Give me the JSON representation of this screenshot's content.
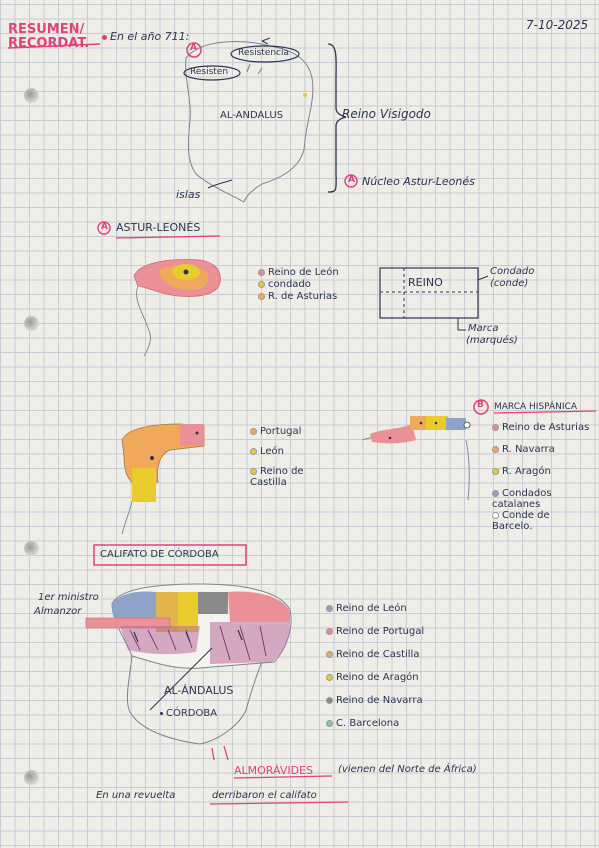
{
  "header": {
    "title_line1": "RESUMEN/",
    "title_line2": "RECORDAT.",
    "date": "7-10-2025",
    "intro": "En el año 711:"
  },
  "map1": {
    "badge": "A",
    "resistencia_top": "Resistencia",
    "resistencia_left": "Resisten",
    "territory": "AL-ANDALUS",
    "islands": "islas",
    "reino_visigodo": "Reino Visigodo",
    "nucleo_badge": "A",
    "nucleo": "Núcleo Astur-Leonés"
  },
  "section_astur": {
    "badge": "A",
    "title": "ASTUR-LEONÉS",
    "legend": [
      {
        "label": "Reino de León",
        "color": "#e98a8f"
      },
      {
        "label": "condado",
        "color": "#e8cc2e"
      },
      {
        "label": "R. de Asturias",
        "color": "#f0a95a"
      }
    ],
    "reino_box": "REINO",
    "condado": "Condado",
    "conde": "(conde)",
    "marca": "Marca",
    "marques": "(marqués)"
  },
  "section_portugal": {
    "legend": [
      {
        "label": "Portugal",
        "color": "#f0a95a"
      },
      {
        "label": "León",
        "color": "#e8cc2e"
      },
      {
        "label": "Reino de Castilla",
        "color": "#e8cc2e"
      }
    ]
  },
  "section_marca": {
    "badge": "B",
    "title": "MARCA HISPÁNICA",
    "legend": [
      {
        "label": "Reino de Asturias",
        "color": "#e98a8f"
      },
      {
        "label": "R. Navarra",
        "color": "#f0a95a"
      },
      {
        "label": "R. Aragón",
        "color": "#e8cc2e"
      },
      {
        "label": "Condados catalanes",
        "color": "#8fa3c9"
      },
      {
        "label": "Conde de Barcelo.",
        "color": "#ffffff"
      }
    ]
  },
  "section_califato": {
    "title": "CALIFATO DE CÓRDOBA",
    "ministro": "1er ministro",
    "almanzor": "Almanzor",
    "territory": "AL-ÁNDALUS",
    "city": "CÓRDOBA",
    "legend": [
      {
        "label": "Reino de León",
        "color": "#8fa3c9"
      },
      {
        "label": "Reino de Portugal",
        "color": "#e98a8f"
      },
      {
        "label": "Reino de Castilla",
        "color": "#f0a95a"
      },
      {
        "label": "Reino de Aragón",
        "color": "#e8cc2e"
      },
      {
        "label": "Reino de Navarra",
        "color": "#8a8a8a"
      },
      {
        "label": "C. Barcelona",
        "color": "#7fc6b8"
      }
    ],
    "almoravides": "ALMORÁVIDES",
    "almoravides_note": "(vienen del Norte de África)",
    "footer_a": "En una revuelta",
    "footer_b": "derribaron el califato"
  }
}
